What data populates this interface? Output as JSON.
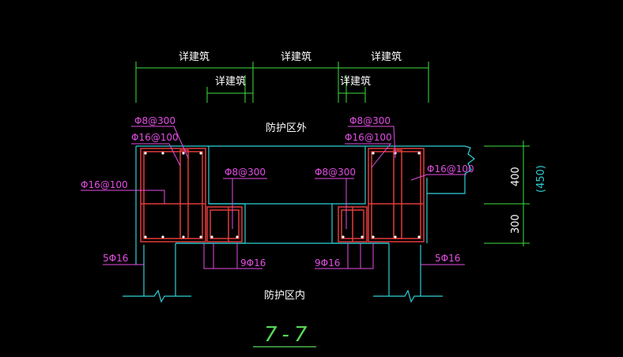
{
  "colors": {
    "background": "#000000",
    "outline": "#2ecfd6",
    "dimension": "#3ee03e",
    "rebar": "#e23a3a",
    "leader": "#e34ee3",
    "text": "#ffffff",
    "title": "#58d858"
  },
  "top_dims": {
    "label_left": "详建筑",
    "label_mid": "详建筑",
    "label_right": "详建筑",
    "label_sub_left": "详建筑",
    "label_sub_right": "详建筑"
  },
  "zones": {
    "outside": "防护区外",
    "inside": "防护区内"
  },
  "rebar_labels": {
    "left_stirrup_top": "Φ8@300",
    "left_stirrup_top2": "Φ16@100",
    "left_side": "Φ16@100",
    "left_inner": "Φ8@300",
    "left_bottom": "5Φ16",
    "left_bars": "9Φ16",
    "right_stirrup_top": "Φ8@300",
    "right_stirrup_top2": "Φ16@100",
    "right_side": "Φ16@100",
    "right_inner": "Φ8@300",
    "right_bottom": "5Φ16",
    "right_bars": "9Φ16"
  },
  "side_dims": {
    "upper": "400",
    "upper_alt": "(450)",
    "lower": "300"
  },
  "section_title": "7-7"
}
